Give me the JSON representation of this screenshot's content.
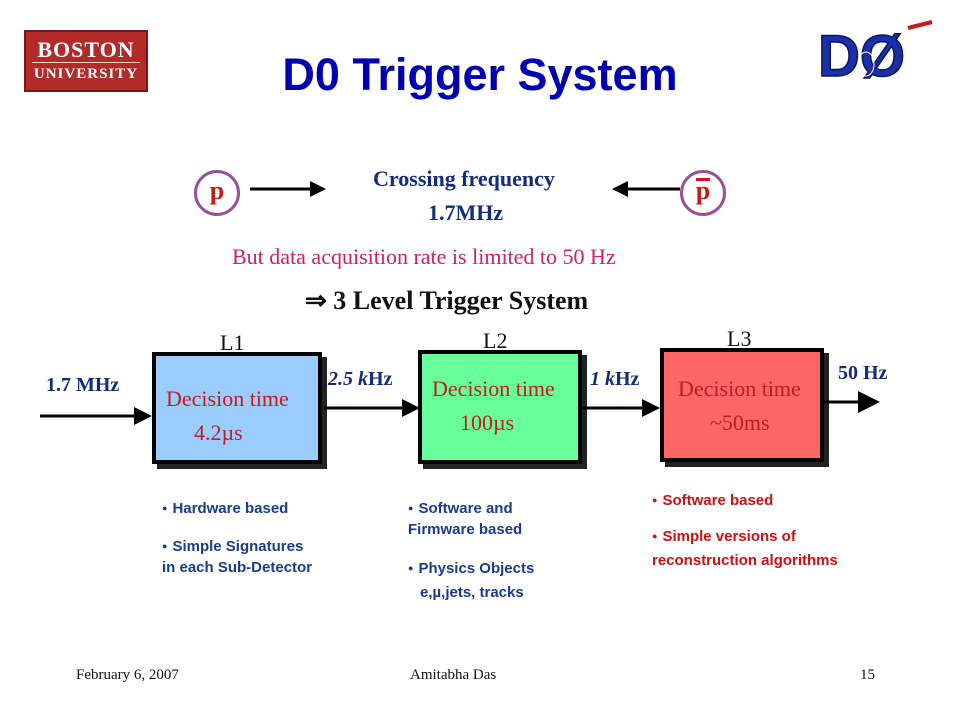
{
  "logos": {
    "university_line1": "BOSTON",
    "university_line2": "UNIVERSITY",
    "experiment": "DØ"
  },
  "title": "D0 Trigger System",
  "beams": {
    "left_particle": "p",
    "right_particle": "p",
    "crossing_label": "Crossing frequency",
    "crossing_value": "1.7MHz"
  },
  "daq_limit": "But data acquisition rate is limited to 50 Hz",
  "implication": "⇒ 3 Level Trigger System",
  "levels": [
    {
      "name": "L1",
      "decision_label": "Decision time",
      "decision_time": "4.2µs",
      "color": "#99ccff",
      "bullets": [
        "Hardware based",
        "Simple Signatures",
        "in each Sub-Detector"
      ]
    },
    {
      "name": "L2",
      "decision_label": "Decision time",
      "decision_time": "100µs",
      "color": "#66ff99",
      "bullets": [
        "Software  and",
        "Firmware based",
        "Physics Objects",
        "e,µ,jets, tracks"
      ]
    },
    {
      "name": "L3",
      "decision_label": "Decision time",
      "decision_time": "~50ms",
      "color": "#ff6666",
      "bullets": [
        "Software based",
        "Simple versions of",
        "reconstruction algorithms"
      ]
    }
  ],
  "rates": {
    "input": "1.7 MHz",
    "after_l1_value": "2.5 ",
    "after_l1_unit_prefix": "k",
    "after_l1_unit": "Hz",
    "after_l2_value": "1 ",
    "after_l2_unit_prefix": "k",
    "after_l2_unit": "Hz",
    "output": "50 Hz"
  },
  "colors": {
    "title": "#0000b3",
    "rates": "#142d7a",
    "daq_text": "#d11f5f",
    "bullets_l1_l2": "#1a3c8c",
    "bullets_l3": "#cc1111"
  },
  "footer": {
    "date": "February 6, 2007",
    "author": "Amitabha Das",
    "page": "15"
  }
}
